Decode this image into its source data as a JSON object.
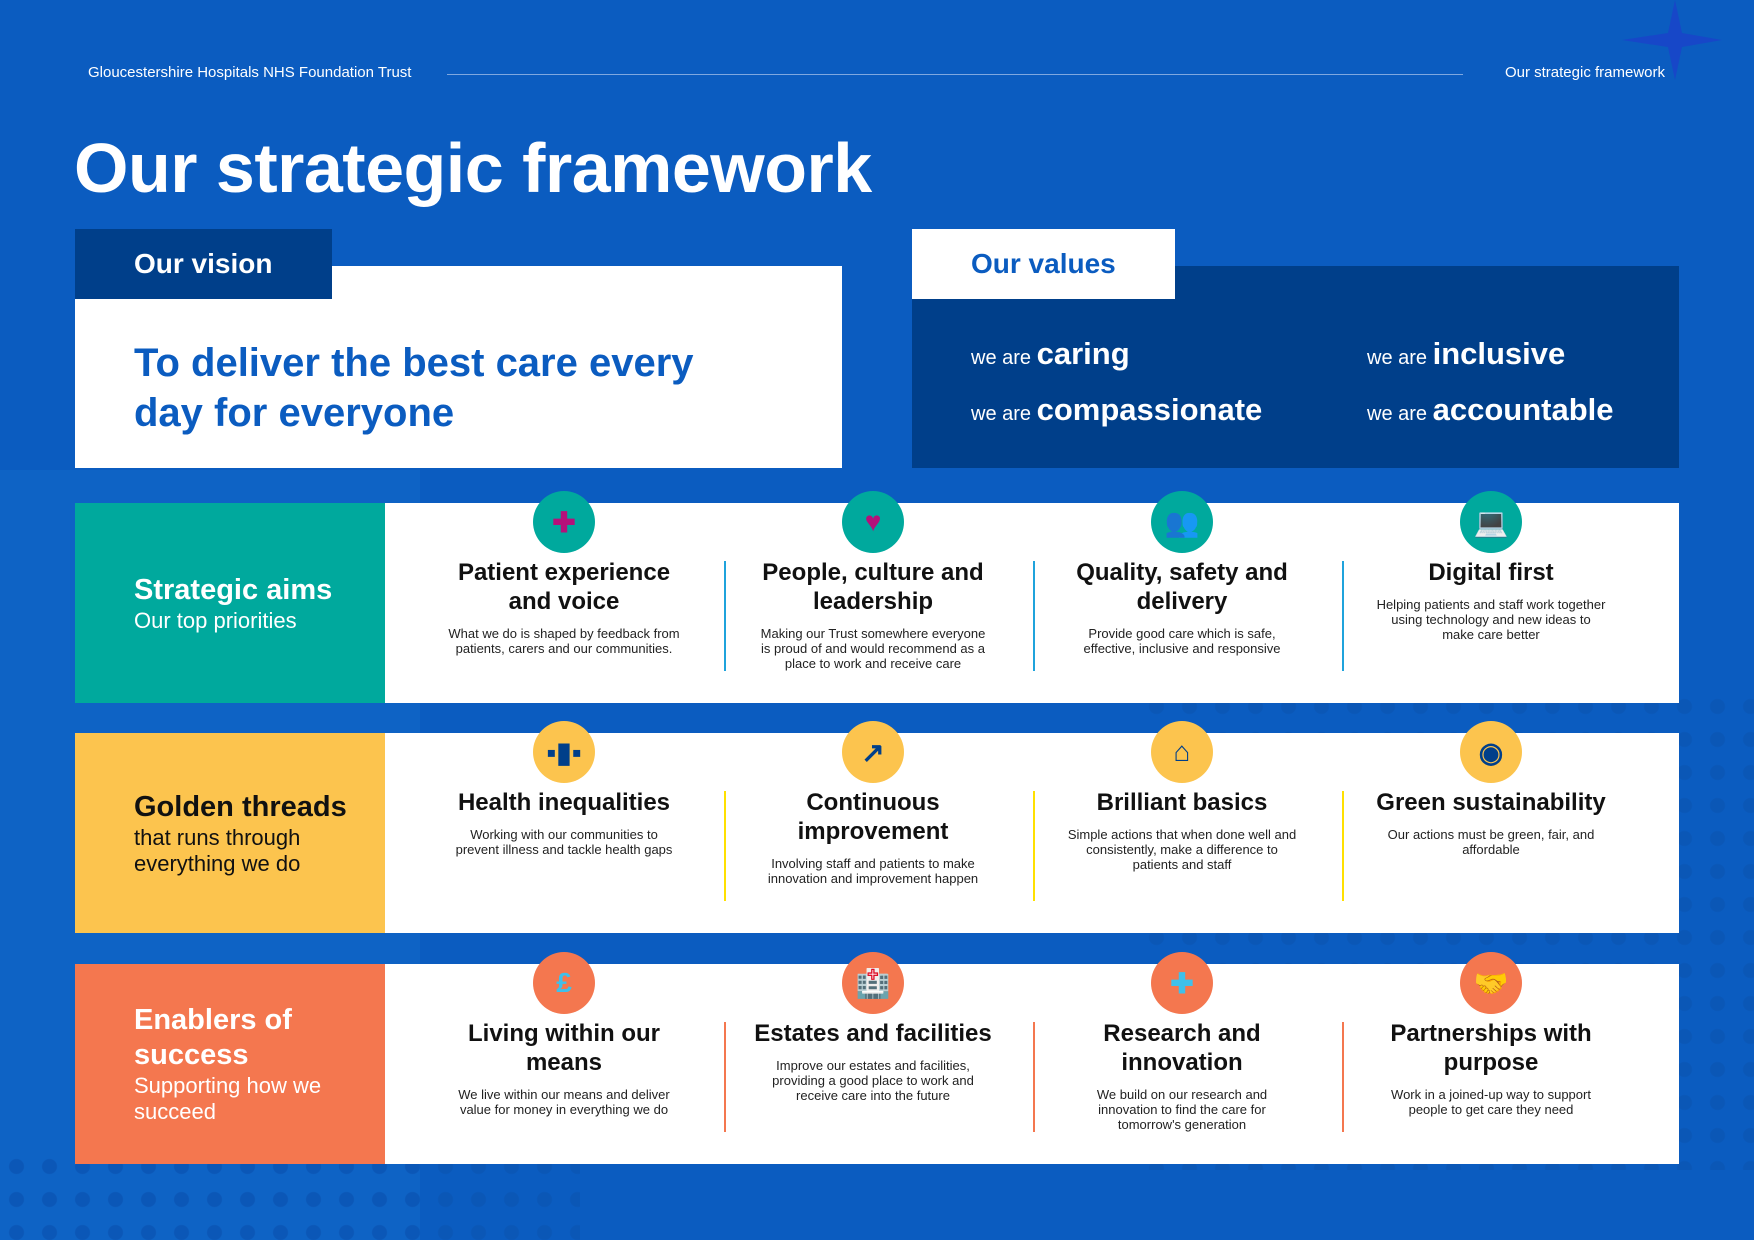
{
  "header": {
    "org": "Gloucestershire Hospitals NHS Foundation Trust",
    "section": "Our strategic framework"
  },
  "title": "Our strategic framework",
  "vision": {
    "label": "Our vision",
    "text": "To deliver the best care every day for everyone"
  },
  "values": {
    "label": "Our values",
    "prefix": "we are",
    "items": [
      "caring",
      "inclusive",
      "compassionate",
      "accountable"
    ]
  },
  "colors": {
    "background": "#0b5cc0",
    "teal": "#00a99d",
    "yellow": "#fcc44e",
    "orange": "#f4774f",
    "navy": "#003f8a"
  },
  "rows": [
    {
      "title": "Strategic aims",
      "subtitle": "Our top priorities",
      "items": [
        {
          "icon": "chat-medical-icon",
          "glyph": "✚",
          "title": "Patient experience and voice",
          "desc": "What we do is shaped by feedback from patients, carers and our communities."
        },
        {
          "icon": "shield-heart-icon",
          "glyph": "♥",
          "title": "People, culture and leadership",
          "desc": "Making our Trust somewhere everyone is proud of and would recommend as a place to work and receive care"
        },
        {
          "icon": "people-group-icon",
          "glyph": "👥",
          "title": "Quality, safety and delivery",
          "desc": "Provide good care which is safe, effective, inclusive and responsive"
        },
        {
          "icon": "laptop-medical-icon",
          "glyph": "💻",
          "title": "Digital first",
          "desc": "Helping patients and staff work together using technology and new ideas to make care better"
        }
      ]
    },
    {
      "title": "Golden threads",
      "subtitle": "that runs through everything we do",
      "items": [
        {
          "icon": "bar-chart-plus-icon",
          "glyph": "▪▮▪",
          "title": "Health inequalities",
          "desc": "Working with our communities to prevent illness and tackle health gaps"
        },
        {
          "icon": "arrow-dots-icon",
          "glyph": "↗",
          "title": "Continuous improvement",
          "desc": "Involving staff and patients to make innovation and improvement happen"
        },
        {
          "icon": "house-check-icon",
          "glyph": "⌂",
          "title": "Brilliant basics",
          "desc": "Simple actions that when done well and consistently, make a difference to patients and staff"
        },
        {
          "icon": "globe-icon",
          "glyph": "◉",
          "title": "Green sustainability",
          "desc": "Our actions must be green, fair, and affordable"
        }
      ]
    },
    {
      "title": "Enablers of success",
      "subtitle": "Supporting how we succeed",
      "items": [
        {
          "icon": "pound-icon",
          "glyph": "£",
          "title": "Living within our means",
          "desc": "We live within our means and deliver value for money in everything we do"
        },
        {
          "icon": "hospital-icon",
          "glyph": "🏥",
          "title": "Estates and facilities",
          "desc": "Improve our estates and facilities, providing a good place to work and receive care into the future"
        },
        {
          "icon": "research-book-icon",
          "glyph": "✚",
          "title": "Research and innovation",
          "desc": "We build on our research and innovation to find the care for tomorrow's generation"
        },
        {
          "icon": "handshake-icon",
          "glyph": "🤝",
          "title": "Partnerships with purpose",
          "desc": "Work in a joined-up way to support people to get care they need"
        }
      ]
    }
  ]
}
